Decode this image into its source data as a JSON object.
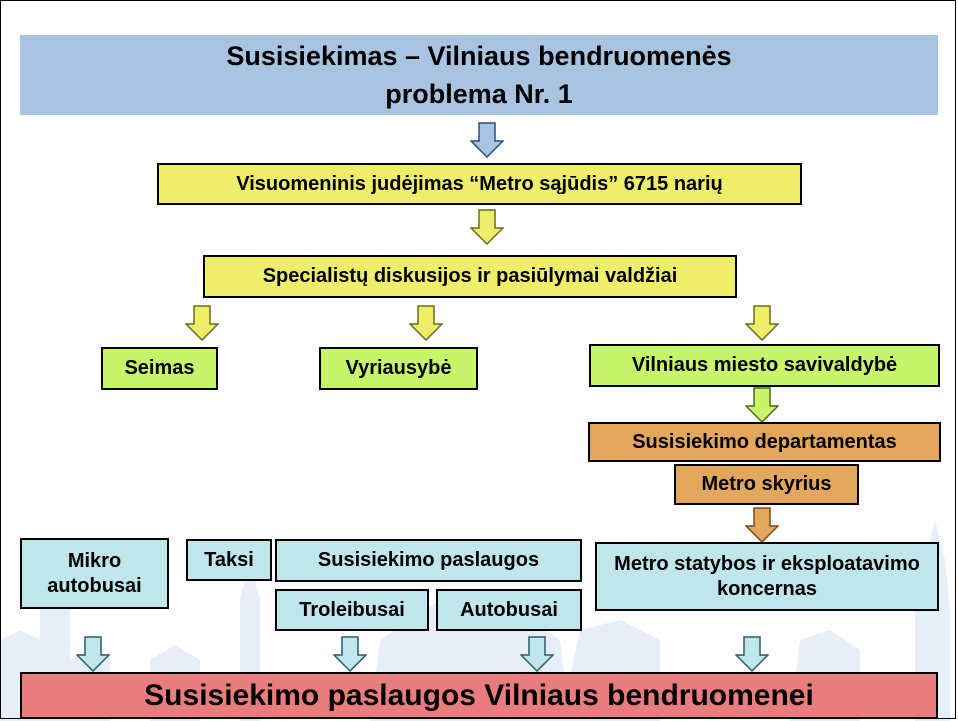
{
  "title": {
    "line1": "Susisiekimas – Vilniaus bendruomenės",
    "line2": "problema Nr. 1"
  },
  "nodes": {
    "metro_sajudis": "Visuomeninis judėjimas “Metro sąjūdis” 6715 narių",
    "specialistu": "Specialistų diskusijos ir pasiūlymai valdžiai",
    "seimas": "Seimas",
    "vyriausybe": "Vyriausybė",
    "savivaldybe": "Vilniaus miesto savivaldybė",
    "departamentas": "Susisiekimo departamentas",
    "metro_skyrius": "Metro skyrius",
    "mikro": "Mikro autobusai",
    "taksi": "Taksi",
    "paslaugos": "Susisiekimo paslaugos",
    "troleibusai": "Troleibusai",
    "autobusai": "Autobusai",
    "koncernas": "Metro statybos ir eksploatavimo koncernas",
    "result": "Susisiekimo paslaugos Vilniaus bendruomenei"
  },
  "colors": {
    "title": "#a9c4e0",
    "yellow": "#eeee6a",
    "green": "#c6f56a",
    "orange": "#e2a75c",
    "cyan": "#bfe6ea",
    "pink": "#e97d7d"
  }
}
